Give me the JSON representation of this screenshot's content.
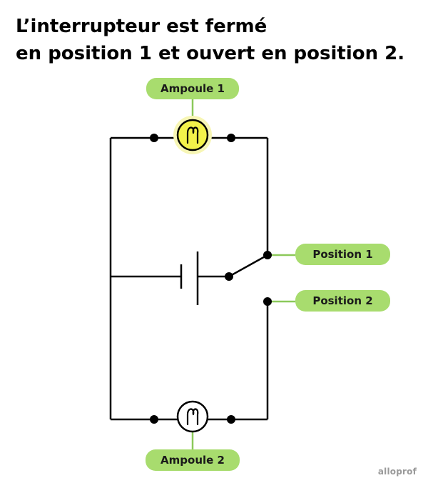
{
  "title": {
    "line1": "L’interrupteur est fermé",
    "line2": "en position 1 et ouvert en position 2."
  },
  "labels": {
    "ampoule_1": "Ampoule 1",
    "ampoule_2": "Ampoule 2",
    "position_1": "Position 1",
    "position_2": "Position 2"
  },
  "bulbs": {
    "ampoule_1_state": "on",
    "ampoule_2_state": "off"
  },
  "switch": {
    "closed_position": "position-1"
  },
  "colors": {
    "wire": "#000000",
    "label_bg": "#a8dc6e",
    "label_line": "#8cc95a",
    "bulb_lit": "#f3f24a",
    "bulb_glow": "#f7f6b5",
    "bulb_off": "#ffffff"
  },
  "logo": "alloprof"
}
